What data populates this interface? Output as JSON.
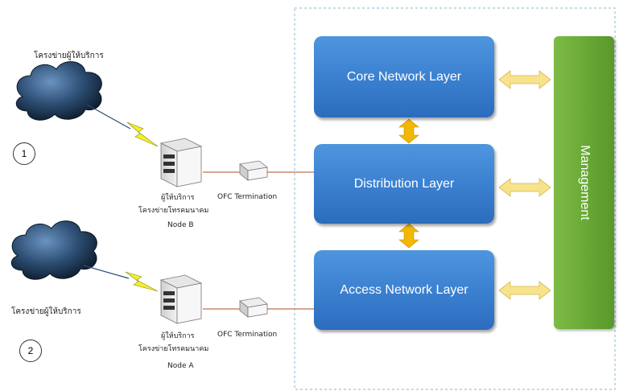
{
  "layers": {
    "core": "Core Network Layer",
    "distribution": "Distribution Layer",
    "access": "Access Network Layer"
  },
  "management": "Management",
  "provider_network_label": "โครงข่ายผู้ให้บริการ",
  "node_b": {
    "owner_line1": "ผู้ให้บริการ",
    "owner_line2": "โครงข่ายโทรคมนาคม",
    "name": "Node B",
    "ofc": "OFC Termination"
  },
  "node_a": {
    "owner_line1": "ผู้ให้บริการ",
    "owner_line2": "โครงข่ายโทรคมนาคม",
    "name": "Node A",
    "ofc": "OFC Termination"
  },
  "markers": [
    "1",
    "2"
  ],
  "colors": {
    "layer_blue": "#3a7fcf",
    "management_green": "#66a633",
    "arrow_fill": "#f7e38c",
    "vertical_arrow": "#f2b705",
    "link_line": "#c98a6a",
    "dashed_border": "#9fc3d6"
  }
}
